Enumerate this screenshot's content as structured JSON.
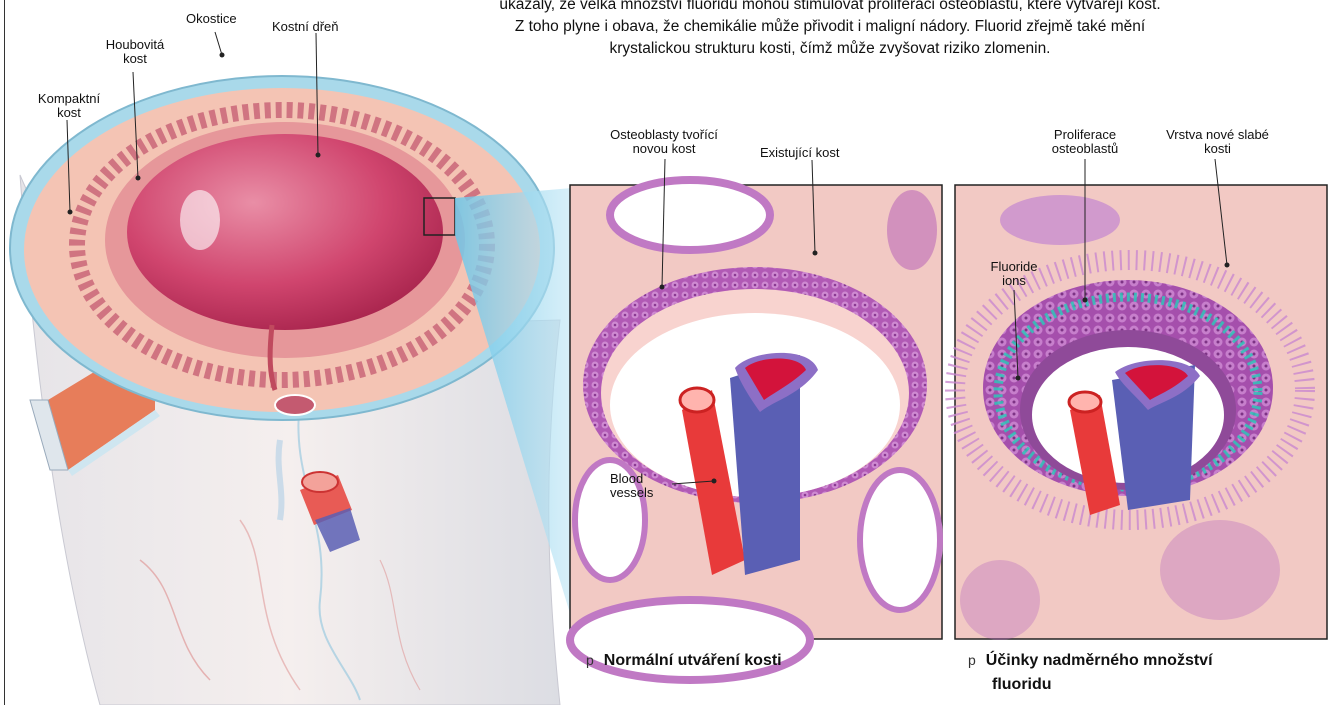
{
  "intro_text": {
    "line1": "ukázaly, že velká množství fluoridu mohou stimulovat proliferaci osteoblastů, které vytvářejí kost.",
    "line2": "Z toho plyne i obava, že chemikálie může přivodit i maligní nádory. Fluorid zřejmě také mění",
    "line3": "krystalickou strukturu kosti, čímž může zvyšovat riziko zlomenin."
  },
  "bone_labels": {
    "okostice": "Okostice",
    "kostni_dren": "Kostní dřeň",
    "houbovita_1": "Houbovitá",
    "houbovita_2": "kost",
    "kompaktni_1": "Kompaktní",
    "kompaktni_2": "kost"
  },
  "normal_panel": {
    "label_osteoblasty_1": "Osteoblasty tvořící",
    "label_osteoblasty_2": "novou kost",
    "label_existujici": "Existující kost",
    "label_blood_1": "Blood",
    "label_blood_2": "vessels",
    "caption_marker": "p",
    "caption": "Normální utváření kosti"
  },
  "fluoride_panel": {
    "label_proliferace_1": "Proliferace",
    "label_proliferace_2": "osteoblastů",
    "label_vrstva_1": "Vrstva nové slabé",
    "label_vrstva_2": "kosti",
    "label_fluoride_1": "Fluoride",
    "label_fluoride_2": "ions",
    "caption_marker": "p",
    "caption_1": "Účinky nadměrného množství",
    "caption_2": "fluoridu"
  },
  "colors": {
    "bone_pink": "#f4c4b4",
    "marrow": "#d0456e",
    "periosteum_blue": "#a9d9ea",
    "osteoblast_purple": "#b15ab5",
    "artery_red": "#e83a3a",
    "vein_blue": "#5a5fb4",
    "fluoride_teal": "#2fc4b8"
  }
}
